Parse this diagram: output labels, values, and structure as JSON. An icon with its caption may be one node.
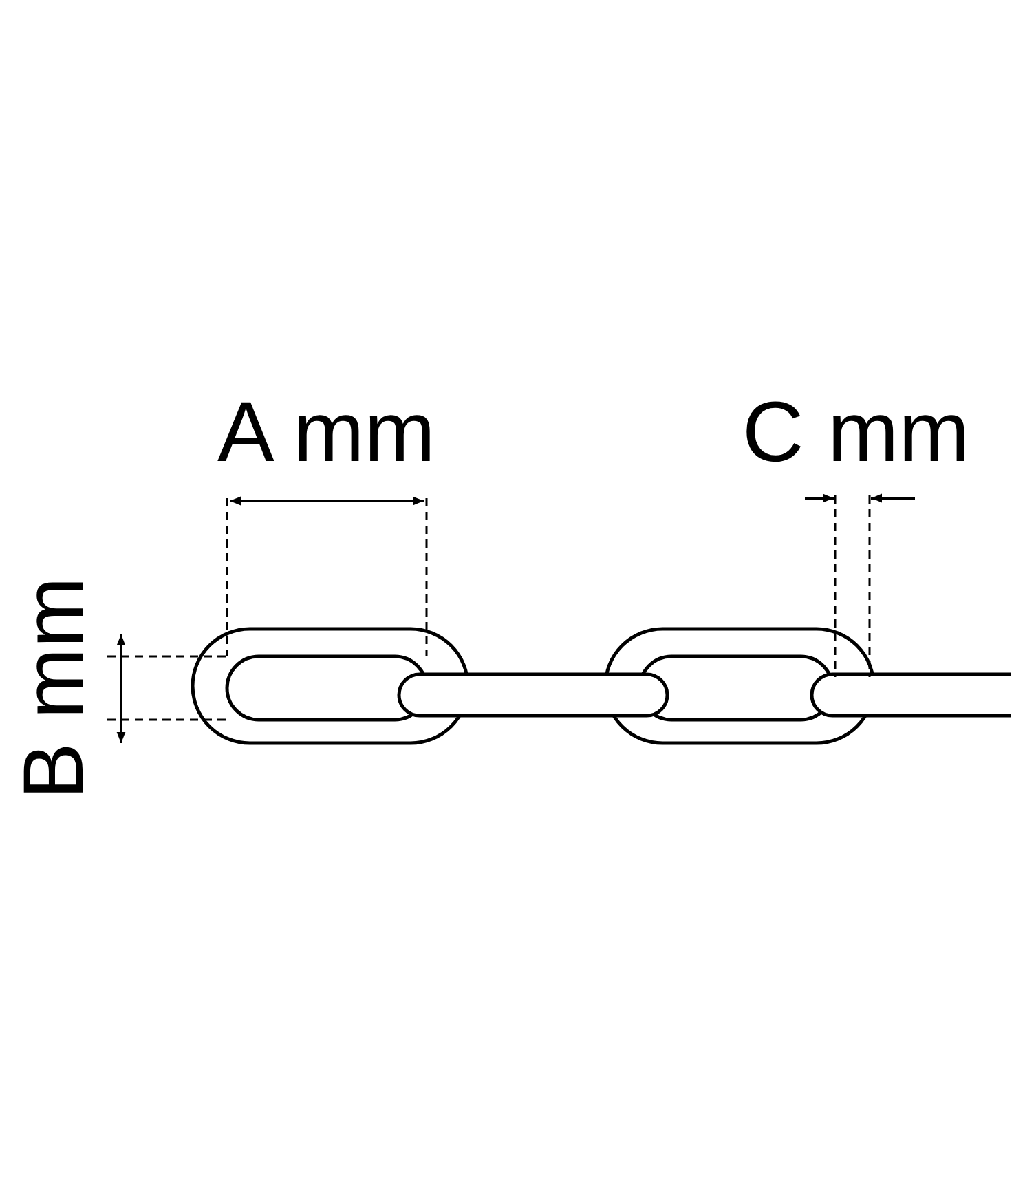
{
  "diagram": {
    "labels": [
      "A mm",
      "C mm",
      "B mm"
    ]
  }
}
